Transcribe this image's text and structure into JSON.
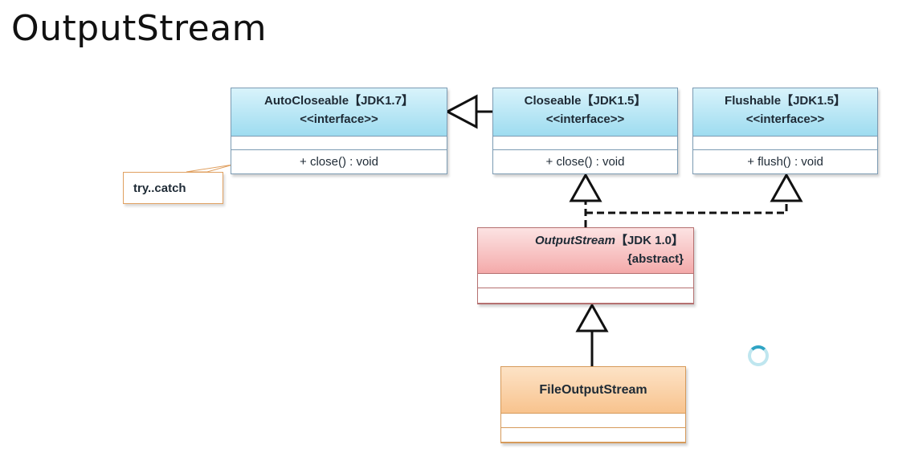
{
  "title": "OutputStream",
  "classes": {
    "autocloseable": {
      "name": "AutoCloseable",
      "version": "【JDK1.7】",
      "stereotype": "<<interface>>",
      "operation": "+ close() : void"
    },
    "closeable": {
      "name": "Closeable",
      "version": "【JDK1.5】",
      "stereotype": "<<interface>>",
      "operation": "+ close() : void"
    },
    "flushable": {
      "name": "Flushable",
      "version": "【JDK1.5】",
      "stereotype": "<<interface>>",
      "operation": "+ flush() : void"
    },
    "outputstream": {
      "name": "OutputStream",
      "version": "【JDK 1.0】",
      "stereotype": "{abstract}"
    },
    "fileoutputstream": {
      "name": "FileOutputStream"
    }
  },
  "note": {
    "text": "try..catch"
  },
  "colors": {
    "interface_fill": "#9edcf0",
    "abstract_fill": "#f4aaaa",
    "concrete_fill": "#f8c38e",
    "note_border": "#e0a060"
  }
}
